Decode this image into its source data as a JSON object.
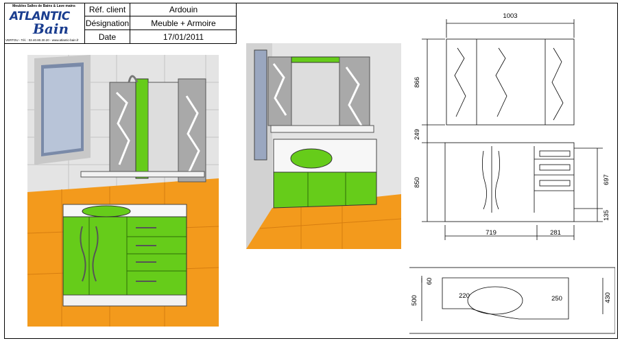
{
  "logo": {
    "tagline": "Meubles Salles de Bains & Lave mains",
    "brand_top": "ATLANTIC",
    "brand_bottom": "Bain",
    "address": "VERTOU - Tél. : 02.40.80.30.20 - www.atlantic-bain.fr"
  },
  "info": [
    {
      "label": "Réf. client",
      "value": "Ardouin"
    },
    {
      "label": "Désignation",
      "value": "Meuble + Armoire"
    },
    {
      "label": "Date",
      "value": "17/01/2011"
    }
  ],
  "dimensions": {
    "total_width": "1003",
    "cabinet_height": "866",
    "gap": "249",
    "vanity_height": "850",
    "drawers_height": "697",
    "plinth": "135",
    "left_width": "719",
    "right_width": "281",
    "top_depth": "60",
    "depth_left": "500",
    "depth_right": "430",
    "sink_left": "220",
    "sink_right": "250"
  },
  "colors": {
    "accent_green": "#66cc1a",
    "floor_orange": "#f5a020",
    "tile_grey": "#dcdcdc",
    "brand_blue": "#1a3d8f"
  }
}
